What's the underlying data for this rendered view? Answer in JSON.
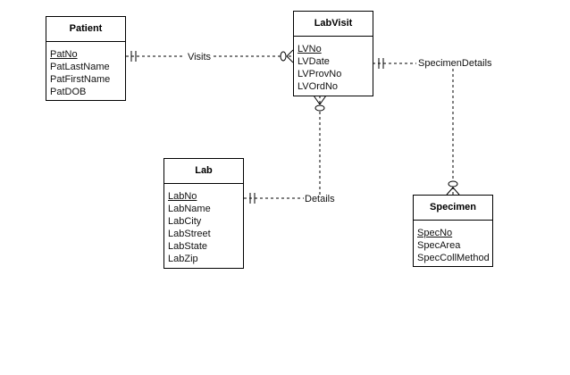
{
  "entities": {
    "patient": {
      "title": "Patient",
      "attributes": [
        "PatNo",
        "PatLastName",
        "PatFirstName",
        "PatDOB"
      ],
      "primary_key": "PatNo"
    },
    "labvisit": {
      "title": "LabVisit",
      "attributes": [
        "LVNo",
        "LVDate",
        "LVProvNo",
        "LVOrdNo"
      ],
      "primary_key": "LVNo"
    },
    "lab": {
      "title": "Lab",
      "attributes": [
        "LabNo",
        "LabName",
        "LabCity",
        "LabStreet",
        "LabState",
        "LabZip"
      ],
      "primary_key": "LabNo"
    },
    "specimen": {
      "title": "Specimen",
      "attributes": [
        "SpecNo",
        "SpecArea",
        "SpecCollMethod"
      ],
      "primary_key": "SpecNo"
    }
  },
  "relationships": {
    "visits": {
      "label": "Visits",
      "from": "Patient",
      "to": "LabVisit",
      "from_cardinality": "one-and-only-one",
      "to_cardinality": "zero-or-many"
    },
    "details": {
      "label": "Details",
      "from": "Lab",
      "to": "LabVisit",
      "from_cardinality": "one-and-only-one",
      "to_cardinality": "zero-or-many"
    },
    "specimen_details": {
      "label": "SpecimenDetails",
      "from": "LabVisit",
      "to": "Specimen",
      "from_cardinality": "one-and-only-one",
      "to_cardinality": "zero-or-many"
    }
  },
  "colors": {
    "line": "#000000",
    "background": "#ffffff"
  }
}
